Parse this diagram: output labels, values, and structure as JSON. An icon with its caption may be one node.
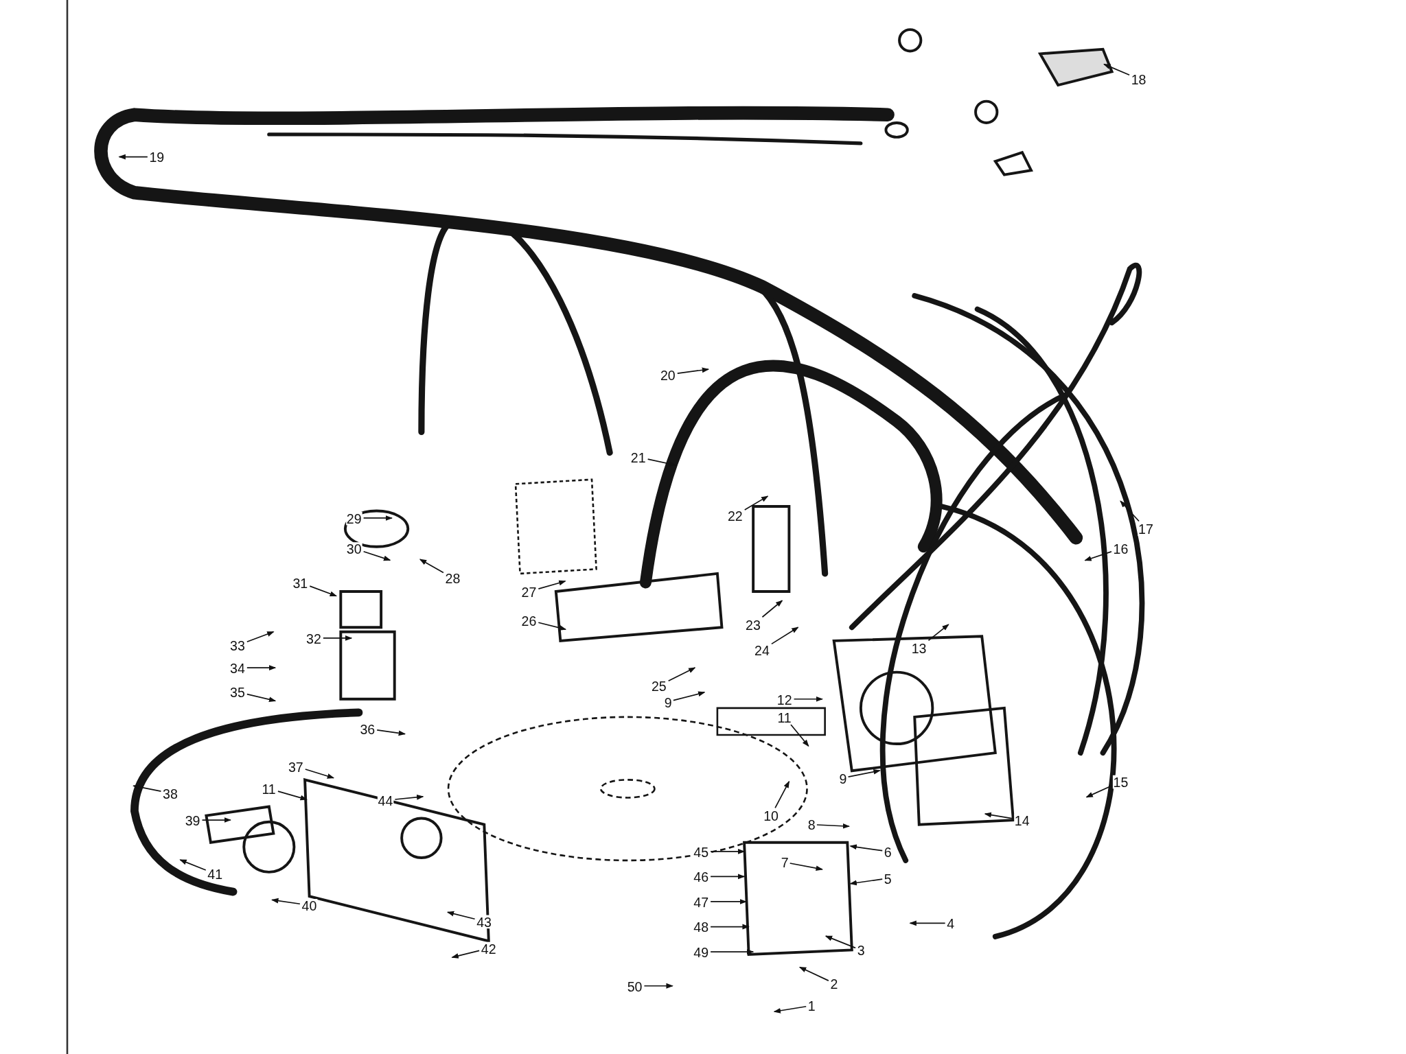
{
  "diagram": {
    "nodes": [
      {
        "text": [
          "1"
        ]
      },
      {
        "text": [
          "2"
        ]
      },
      {
        "text": [
          "3"
        ]
      },
      {
        "text": [
          "4"
        ]
      },
      {
        "text": [
          "5"
        ]
      },
      {
        "text": [
          "6"
        ]
      },
      {
        "text": [
          "7"
        ]
      },
      {
        "text": [
          "8"
        ]
      },
      {
        "text": [
          "9"
        ]
      },
      {
        "text": [
          "9"
        ]
      },
      {
        "text": [
          "10"
        ]
      },
      {
        "text": [
          "11"
        ]
      },
      {
        "text": [
          "11"
        ]
      },
      {
        "text": [
          "12"
        ]
      },
      {
        "text": [
          "13"
        ]
      },
      {
        "text": [
          "14"
        ]
      },
      {
        "text": [
          "15"
        ]
      },
      {
        "text": [
          "16"
        ]
      },
      {
        "text": [
          "17"
        ]
      },
      {
        "text": [
          "18"
        ]
      },
      {
        "text": [
          "19"
        ]
      },
      {
        "text": [
          "20"
        ]
      },
      {
        "text": [
          "21"
        ]
      },
      {
        "text": [
          "22"
        ]
      },
      {
        "text": [
          "23"
        ]
      },
      {
        "text": [
          "24"
        ]
      },
      {
        "text": [
          "25"
        ]
      },
      {
        "text": [
          "26"
        ]
      },
      {
        "text": [
          "27"
        ]
      },
      {
        "text": [
          "28"
        ]
      },
      {
        "text": [
          "29"
        ]
      },
      {
        "text": [
          "30"
        ]
      },
      {
        "text": [
          "31"
        ]
      },
      {
        "text": [
          "32"
        ]
      },
      {
        "text": [
          "33"
        ]
      },
      {
        "text": [
          "34"
        ]
      },
      {
        "text": [
          "35"
        ]
      },
      {
        "text": [
          "36"
        ]
      },
      {
        "text": [
          "37"
        ]
      },
      {
        "text": [
          "38"
        ]
      },
      {
        "text": [
          "39"
        ]
      },
      {
        "text": [
          "40"
        ]
      },
      {
        "text": [
          "41"
        ]
      },
      {
        "text": [
          "42"
        ]
      },
      {
        "text": [
          "43"
        ]
      },
      {
        "text": [
          "44"
        ]
      },
      {
        "text": [
          "45"
        ]
      },
      {
        "text": [
          "46"
        ]
      },
      {
        "text": [
          "47"
        ]
      },
      {
        "text": [
          "48"
        ]
      },
      {
        "text": [
          "49"
        ]
      },
      {
        "text": [
          "50"
        ]
      }
    ],
    "edges": [
      {
        "from": 0,
        "to": null,
        "arrow": "to"
      },
      {
        "from": 1,
        "to": null,
        "arrow": "to"
      },
      {
        "from": 2,
        "to": null,
        "arrow": "to"
      },
      {
        "from": 3,
        "to": null,
        "arrow": "to"
      },
      {
        "from": 4,
        "to": null,
        "arrow": "to"
      },
      {
        "from": 5,
        "to": null,
        "arrow": "to"
      },
      {
        "from": 6,
        "to": null,
        "arrow": "to"
      },
      {
        "from": 7,
        "to": null,
        "arrow": "to"
      },
      {
        "from": 8,
        "to": null,
        "arrow": "to"
      },
      {
        "from": 9,
        "to": null,
        "arrow": "to"
      },
      {
        "from": 10,
        "to": null,
        "arrow": "to"
      },
      {
        "from": 11,
        "to": null,
        "arrow": "to"
      },
      {
        "from": 12,
        "to": null,
        "arrow": "to"
      },
      {
        "from": 13,
        "to": null,
        "arrow": "to"
      },
      {
        "from": 14,
        "to": null,
        "arrow": "to"
      },
      {
        "from": 15,
        "to": null,
        "arrow": "to"
      },
      {
        "from": 16,
        "to": null,
        "arrow": "to"
      },
      {
        "from": 17,
        "to": null,
        "arrow": "to"
      },
      {
        "from": 18,
        "to": null,
        "arrow": "to"
      },
      {
        "from": 19,
        "to": null,
        "arrow": "to"
      },
      {
        "from": 20,
        "to": null,
        "arrow": "to"
      },
      {
        "from": 21,
        "to": null,
        "arrow": "to"
      },
      {
        "from": 22,
        "to": null,
        "arrow": "to"
      },
      {
        "from": 23,
        "to": null,
        "arrow": "to"
      },
      {
        "from": 24,
        "to": null,
        "arrow": "to"
      },
      {
        "from": 25,
        "to": null,
        "arrow": "to"
      },
      {
        "from": 26,
        "to": null,
        "arrow": "to"
      },
      {
        "from": 27,
        "to": null,
        "arrow": "to"
      },
      {
        "from": 28,
        "to": null,
        "arrow": "to"
      },
      {
        "from": 29,
        "to": null,
        "arrow": "to"
      },
      {
        "from": 30,
        "to": null,
        "arrow": "to"
      },
      {
        "from": 31,
        "to": null,
        "arrow": "to"
      },
      {
        "from": 32,
        "to": null,
        "arrow": "to"
      },
      {
        "from": 33,
        "to": null,
        "arrow": "to"
      },
      {
        "from": 34,
        "to": null,
        "arrow": "to"
      },
      {
        "from": 35,
        "to": null,
        "arrow": "to"
      },
      {
        "from": 36,
        "to": null,
        "arrow": "to"
      },
      {
        "from": 37,
        "to": null,
        "arrow": "to"
      },
      {
        "from": 38,
        "to": null,
        "arrow": "to"
      },
      {
        "from": 39,
        "to": null,
        "arrow": "to"
      },
      {
        "from": 40,
        "to": null,
        "arrow": "to"
      },
      {
        "from": 41,
        "to": null,
        "arrow": "to"
      },
      {
        "from": 42,
        "to": null,
        "arrow": "to"
      },
      {
        "from": 43,
        "to": null,
        "arrow": "to"
      },
      {
        "from": 44,
        "to": null,
        "arrow": "to"
      },
      {
        "from": 45,
        "to": null,
        "arrow": "to"
      },
      {
        "from": 46,
        "to": null,
        "arrow": "to"
      },
      {
        "from": 47,
        "to": null,
        "arrow": "to"
      },
      {
        "from": 48,
        "to": null,
        "arrow": "to"
      },
      {
        "from": 49,
        "to": null,
        "arrow": "to"
      },
      {
        "from": 50,
        "to": null,
        "arrow": "to"
      },
      {
        "from": 51,
        "to": null,
        "arrow": "to"
      }
    ]
  }
}
